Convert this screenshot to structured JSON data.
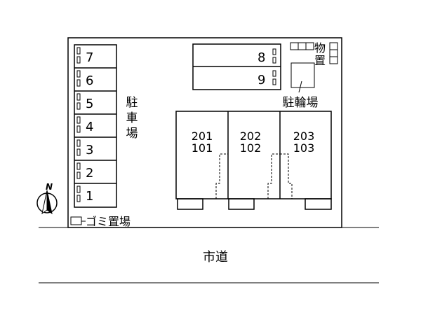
{
  "parking": {
    "label_lines": [
      "駐",
      "車",
      "場"
    ],
    "left_spaces": [
      "7",
      "6",
      "5",
      "4",
      "3",
      "2",
      "1"
    ],
    "top_spaces": [
      "8",
      "9"
    ]
  },
  "storage": {
    "label_lines": [
      "物",
      "置"
    ]
  },
  "bicycle_parking": {
    "label": "駐輪場"
  },
  "garbage": {
    "label": "ゴミ置場"
  },
  "units": [
    {
      "upper": "201",
      "lower": "101"
    },
    {
      "upper": "202",
      "lower": "102"
    },
    {
      "upper": "203",
      "lower": "103"
    }
  ],
  "road": {
    "label": "市道"
  },
  "compass": {
    "label": "N"
  }
}
